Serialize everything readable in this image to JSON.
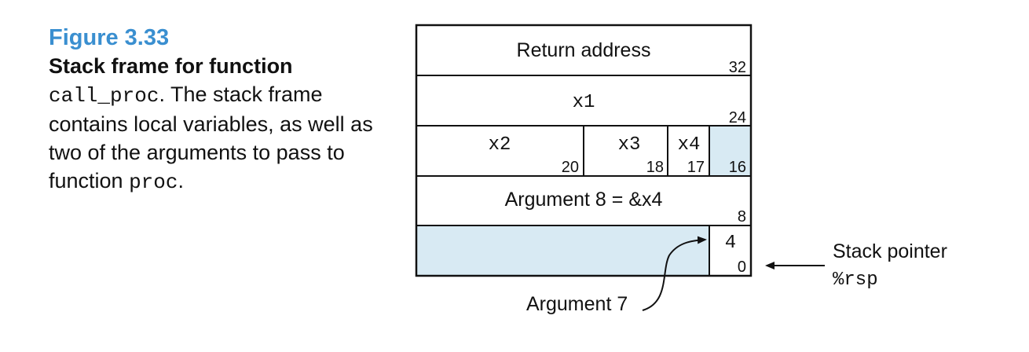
{
  "caption": {
    "figure_number": "Figure 3.33",
    "title": "Stack frame for function",
    "func_name": "call_proc",
    "text1": ". The stack frame contains local variables, as well as two of the arguments to pass to function ",
    "func_arg": "proc",
    "text2": "."
  },
  "stack": {
    "row_return": {
      "label": "Return address",
      "offset": "32"
    },
    "row_x1": {
      "label": "x1",
      "offset": "24"
    },
    "row_vars": {
      "x2": {
        "label": "x2",
        "offset": "20"
      },
      "x3": {
        "label": "x3",
        "offset": "18"
      },
      "x4": {
        "label": "x4",
        "offset": "17"
      },
      "pad_offset": "16"
    },
    "row_arg8": {
      "label": "Argument 8 = &x4",
      "offset": "8"
    },
    "row_arg7": {
      "cell_value": "4",
      "offset": "0"
    }
  },
  "annotations": {
    "argument7": "Argument 7",
    "stack_pointer": "Stack pointer",
    "rsp": "%rsp"
  },
  "colors": {
    "shade": "#d8eaf3",
    "accent": "#3a8fd0"
  }
}
